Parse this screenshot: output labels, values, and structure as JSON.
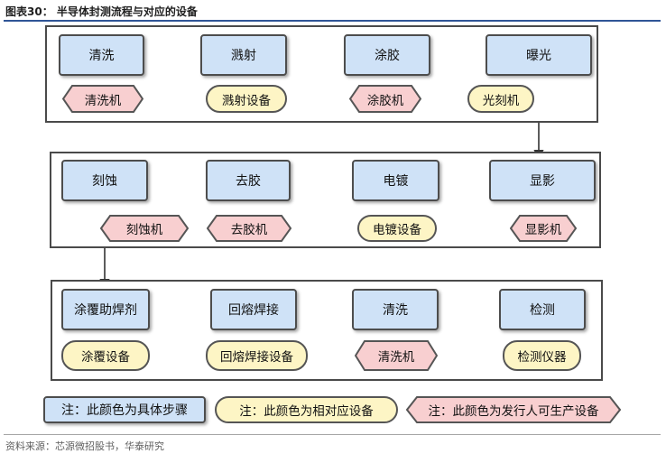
{
  "figure": {
    "title": "图表30：  半导体封测流程与对应的设备",
    "source": "资料来源：芯源微招股书，华泰研究"
  },
  "rows": [
    {
      "steps": [
        "清洗",
        "溅射",
        "涂胶",
        "曝光"
      ],
      "equipment": [
        {
          "label": "清洗机",
          "kind": "issuer"
        },
        {
          "label": "溅射设备",
          "kind": "equipment"
        },
        {
          "label": "涂胶机",
          "kind": "issuer"
        },
        {
          "label": "光刻机",
          "kind": "equipment"
        }
      ]
    },
    {
      "steps": [
        "刻蚀",
        "去胶",
        "电镀",
        "显影"
      ],
      "equipment": [
        {
          "label": "刻蚀机",
          "kind": "issuer"
        },
        {
          "label": "去胶机",
          "kind": "issuer"
        },
        {
          "label": "电镀设备",
          "kind": "equipment"
        },
        {
          "label": "显影机",
          "kind": "issuer"
        }
      ]
    },
    {
      "steps": [
        "涂覆助焊剂",
        "回熔焊接",
        "清洗",
        "检测"
      ],
      "equipment": [
        {
          "label": "涂覆设备",
          "kind": "equipment"
        },
        {
          "label": "回熔焊接设备",
          "kind": "equipment"
        },
        {
          "label": "清洗机",
          "kind": "issuer"
        },
        {
          "label": "检测仪器",
          "kind": "equipment"
        }
      ]
    }
  ],
  "legend": {
    "step": "注：此颜色为具体步骤",
    "equipment": "注：此颜色为相对应设备",
    "issuer": "注：此颜色为发行人可生产设备"
  },
  "colors": {
    "step_fill": "#cfe2f7",
    "equipment_fill": "#fdf5c5",
    "issuer_fill": "#f8cfd0",
    "title_rule": "#2f5597"
  }
}
